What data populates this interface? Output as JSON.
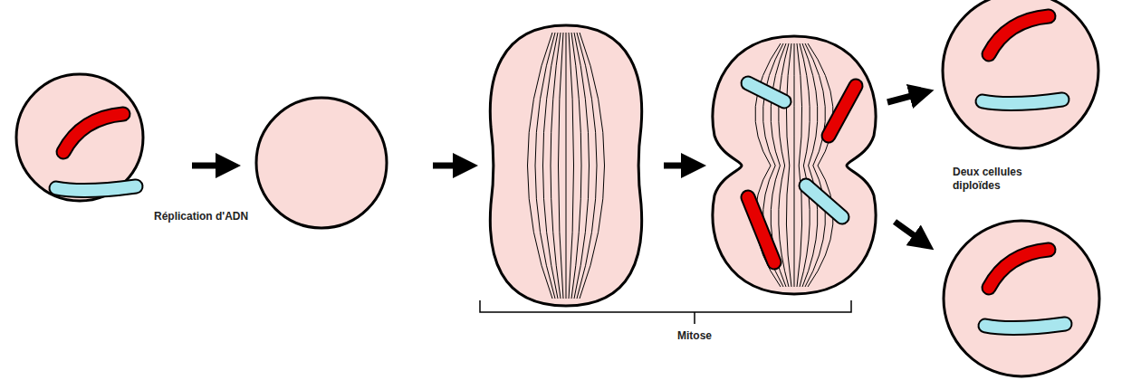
{
  "diagram": {
    "labels": [
      "Réplication d'ADN",
      "Mitose",
      "Deux cellules diploïdes"
    ]
  }
}
